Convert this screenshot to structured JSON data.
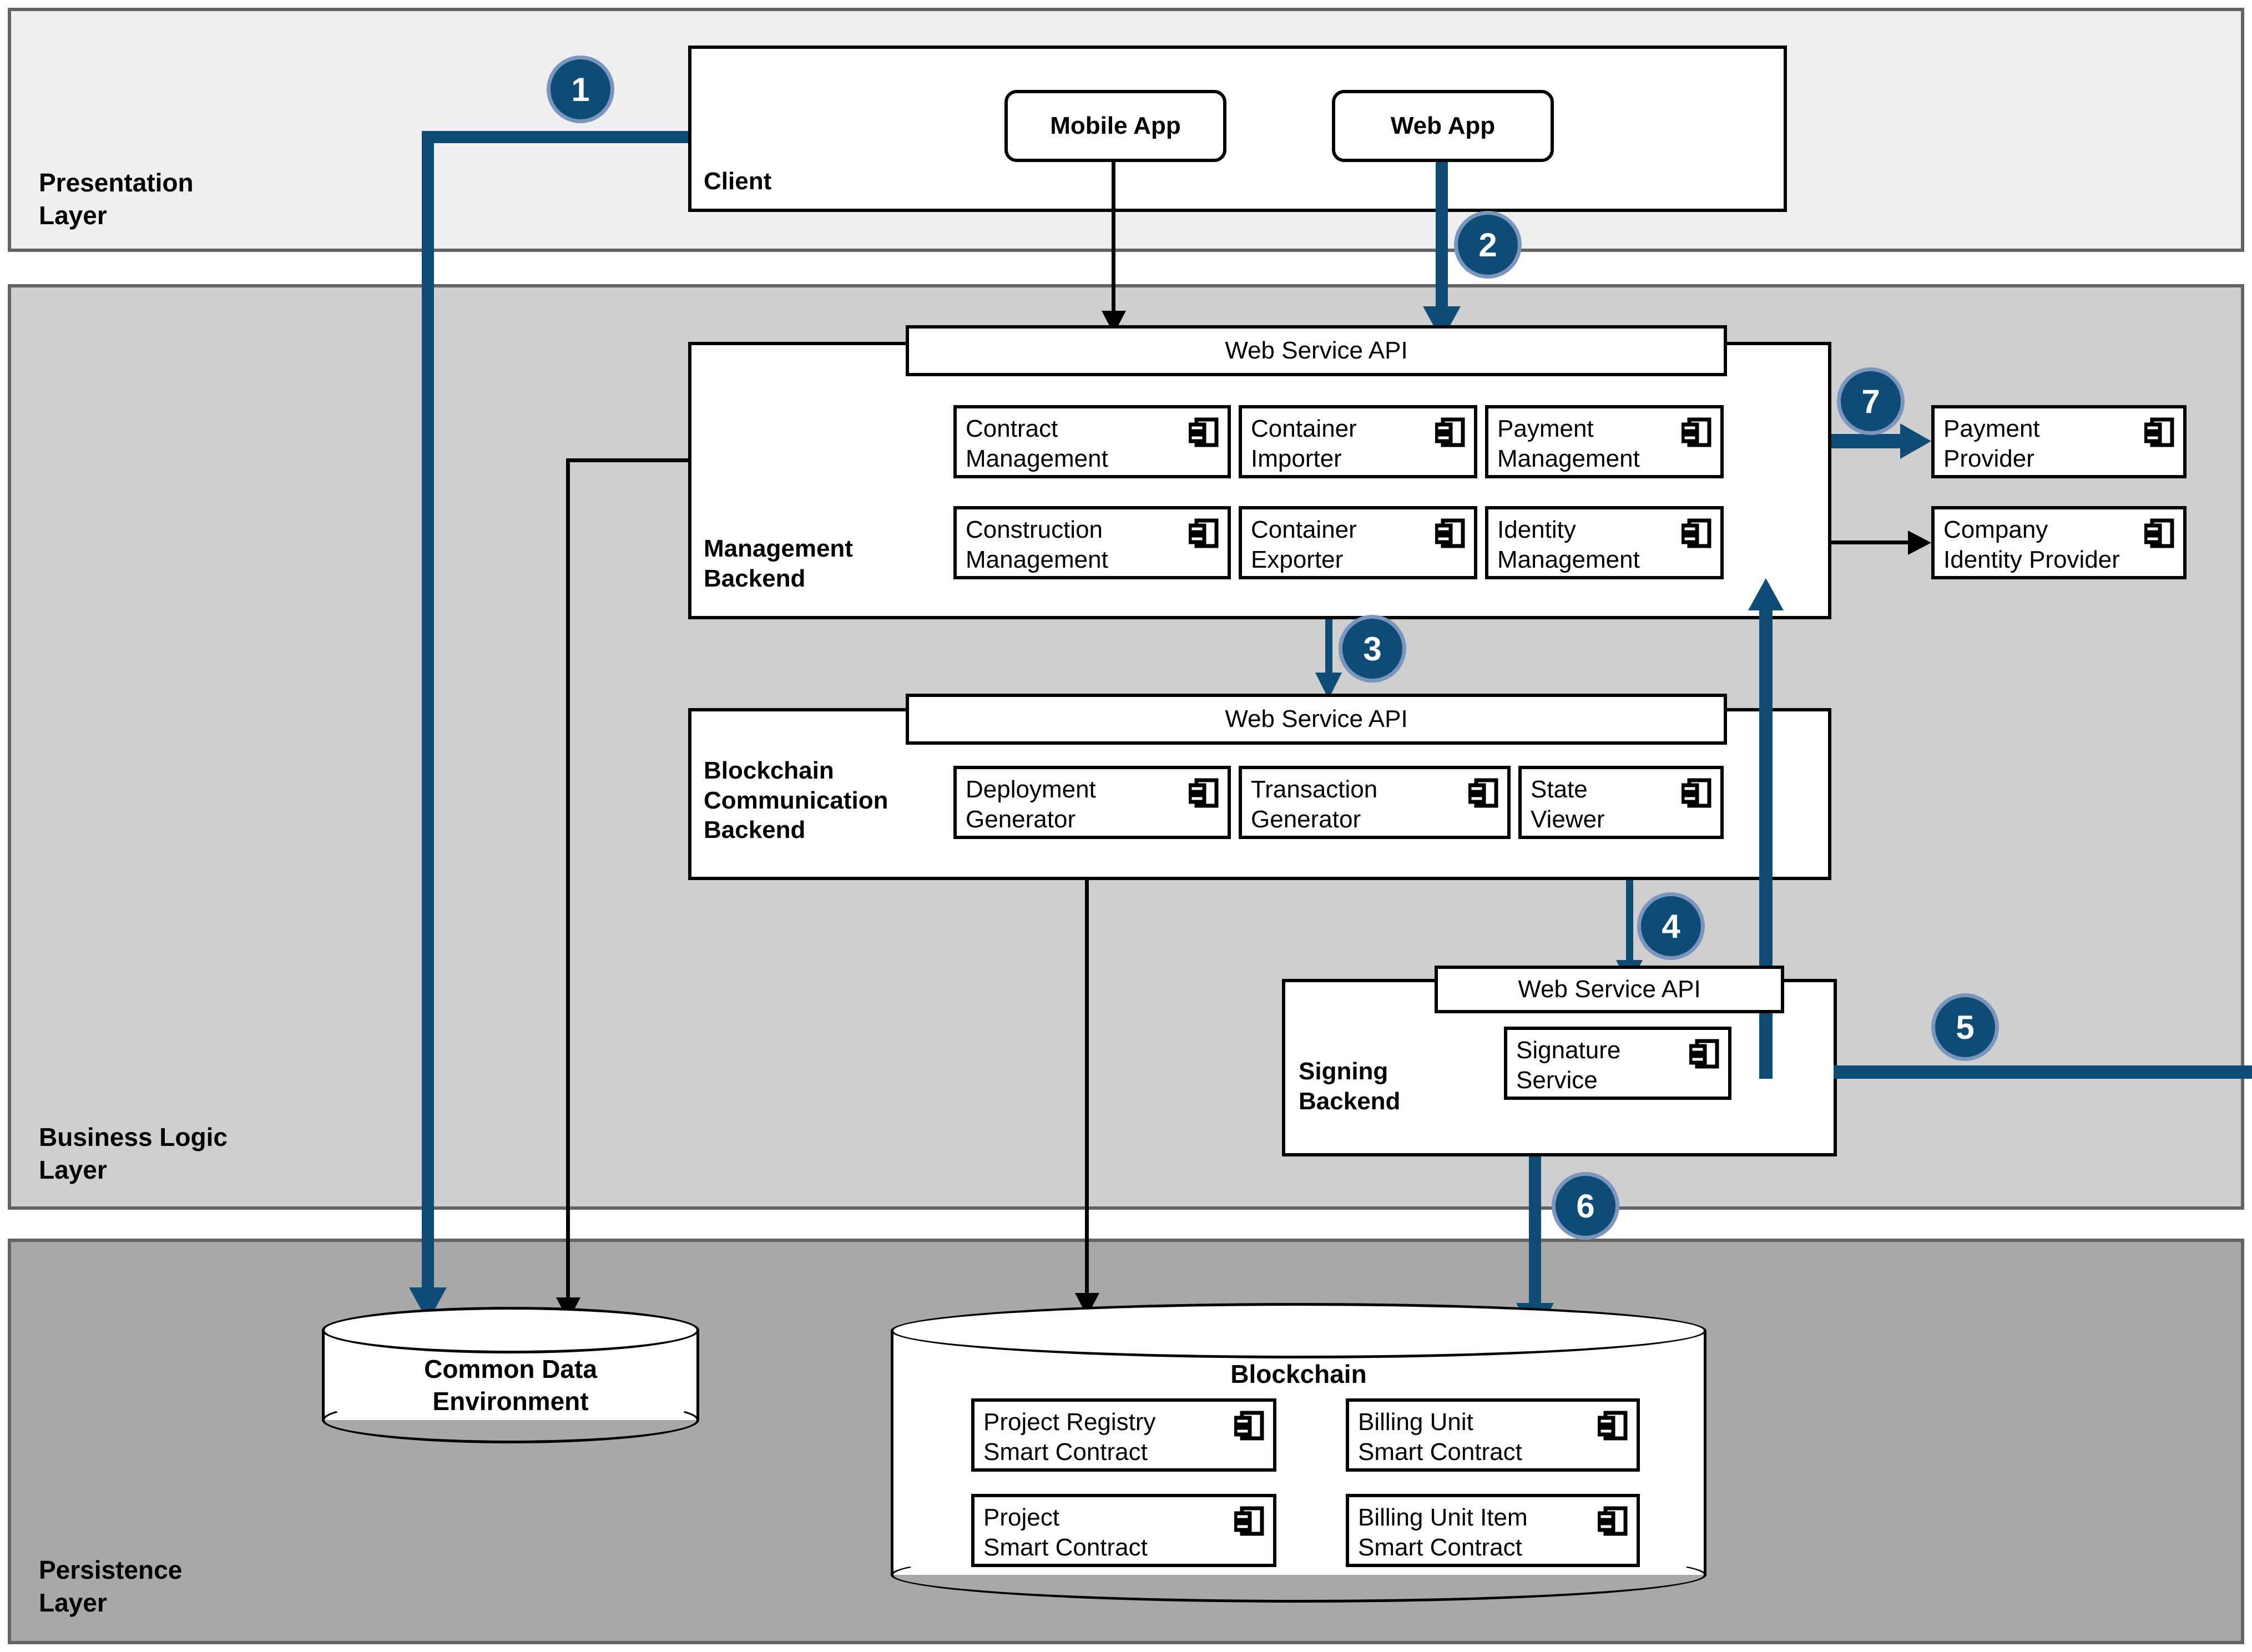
{
  "layers": [
    {
      "id": "presentation",
      "label": "Presentation\nLayer",
      "color": "#efefef"
    },
    {
      "id": "business",
      "label": "Business Logic\nLayer",
      "color": "#cfcfcf"
    },
    {
      "id": "persistence",
      "label": "Persistence\nLayer",
      "color": "#a8a8a8"
    }
  ],
  "client": {
    "title": "Client",
    "apps": [
      {
        "label": "Mobile App"
      },
      {
        "label": "Web App"
      }
    ]
  },
  "management_backend": {
    "title": "Management\nBackend",
    "api_label": "Web Service API",
    "components": [
      {
        "label": "Contract\nManagement"
      },
      {
        "label": "Container\nImporter"
      },
      {
        "label": "Payment\nManagement"
      },
      {
        "label": "Construction\nManagement"
      },
      {
        "label": "Container\nExporter"
      },
      {
        "label": "Identity\nManagement"
      }
    ]
  },
  "blockchain_communication_backend": {
    "title": "Blockchain\nCommunication\nBackend",
    "api_label": "Web Service API",
    "components": [
      {
        "label": "Deployment\nGenerator"
      },
      {
        "label": "Transaction\nGenerator"
      },
      {
        "label": "State\nViewer"
      }
    ]
  },
  "signing_backend": {
    "title": "Signing\nBackend",
    "api_label": "Web Service API",
    "components": [
      {
        "label": "Signature\nService"
      }
    ]
  },
  "external_providers": [
    {
      "label": "Payment\nProvider"
    },
    {
      "label": "Company\nIdentity Provider"
    }
  ],
  "datastores": [
    {
      "id": "cde",
      "label": "Common Data\nEnvironment"
    },
    {
      "id": "blockchain",
      "label": "Blockchain",
      "components": [
        {
          "label": "Project Registry\nSmart Contract"
        },
        {
          "label": "Billing Unit\nSmart Contract"
        },
        {
          "label": "Project\nSmart Contract"
        },
        {
          "label": "Billing Unit Item\nSmart Contract"
        }
      ]
    }
  ],
  "flow_badges": [
    {
      "number": "1"
    },
    {
      "number": "2"
    },
    {
      "number": "3"
    },
    {
      "number": "4"
    },
    {
      "number": "5"
    },
    {
      "number": "6"
    },
    {
      "number": "7"
    }
  ],
  "colors": {
    "accent_blue": "#0e4c75",
    "badge_ring": "#7b96bd",
    "layer_border": "#636363",
    "line_black": "#000000"
  },
  "icons": {
    "component": "uml-component-icon"
  }
}
